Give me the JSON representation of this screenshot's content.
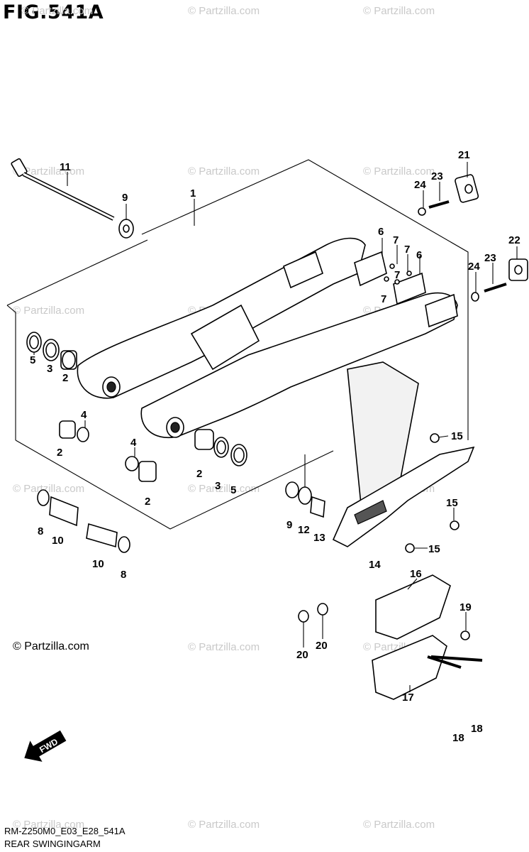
{
  "figure": {
    "title": "FIG.541A",
    "code": "RM-Z250M0_E03_E28_541A",
    "name": "REAR SWINGINGARM",
    "copyright": "© Partzilla.com",
    "watermark": "© Partzilla.com",
    "fwd_label": "FWD"
  },
  "callouts": [
    {
      "id": "c11",
      "label": "11"
    },
    {
      "id": "c9a",
      "label": "9"
    },
    {
      "id": "c1",
      "label": "1"
    },
    {
      "id": "c21",
      "label": "21"
    },
    {
      "id": "c23a",
      "label": "23"
    },
    {
      "id": "c24a",
      "label": "24"
    },
    {
      "id": "c22",
      "label": "22"
    },
    {
      "id": "c23b",
      "label": "23"
    },
    {
      "id": "c24b",
      "label": "24"
    },
    {
      "id": "c6a",
      "label": "6"
    },
    {
      "id": "c7a",
      "label": "7"
    },
    {
      "id": "c7b",
      "label": "7"
    },
    {
      "id": "c6b",
      "label": "6"
    },
    {
      "id": "c7c",
      "label": "7"
    },
    {
      "id": "c7d",
      "label": "7"
    },
    {
      "id": "c5a",
      "label": "5"
    },
    {
      "id": "c3a",
      "label": "3"
    },
    {
      "id": "c2a",
      "label": "2"
    },
    {
      "id": "c4a",
      "label": "4"
    },
    {
      "id": "c2b",
      "label": "2"
    },
    {
      "id": "c4b",
      "label": "4"
    },
    {
      "id": "c2c",
      "label": "2"
    },
    {
      "id": "c2d",
      "label": "2"
    },
    {
      "id": "c3b",
      "label": "3"
    },
    {
      "id": "c5b",
      "label": "5"
    },
    {
      "id": "c15a",
      "label": "15"
    },
    {
      "id": "c15b",
      "label": "15"
    },
    {
      "id": "c15c",
      "label": "15"
    },
    {
      "id": "c9b",
      "label": "9"
    },
    {
      "id": "c12",
      "label": "12"
    },
    {
      "id": "c13",
      "label": "13"
    },
    {
      "id": "c14",
      "label": "14"
    },
    {
      "id": "c8a",
      "label": "8"
    },
    {
      "id": "c10a",
      "label": "10"
    },
    {
      "id": "c10b",
      "label": "10"
    },
    {
      "id": "c8b",
      "label": "8"
    },
    {
      "id": "c16",
      "label": "16"
    },
    {
      "id": "c19",
      "label": "19"
    },
    {
      "id": "c20a",
      "label": "20"
    },
    {
      "id": "c20b",
      "label": "20"
    },
    {
      "id": "c17",
      "label": "17"
    },
    {
      "id": "c18a",
      "label": "18"
    },
    {
      "id": "c18b",
      "label": "18"
    }
  ]
}
